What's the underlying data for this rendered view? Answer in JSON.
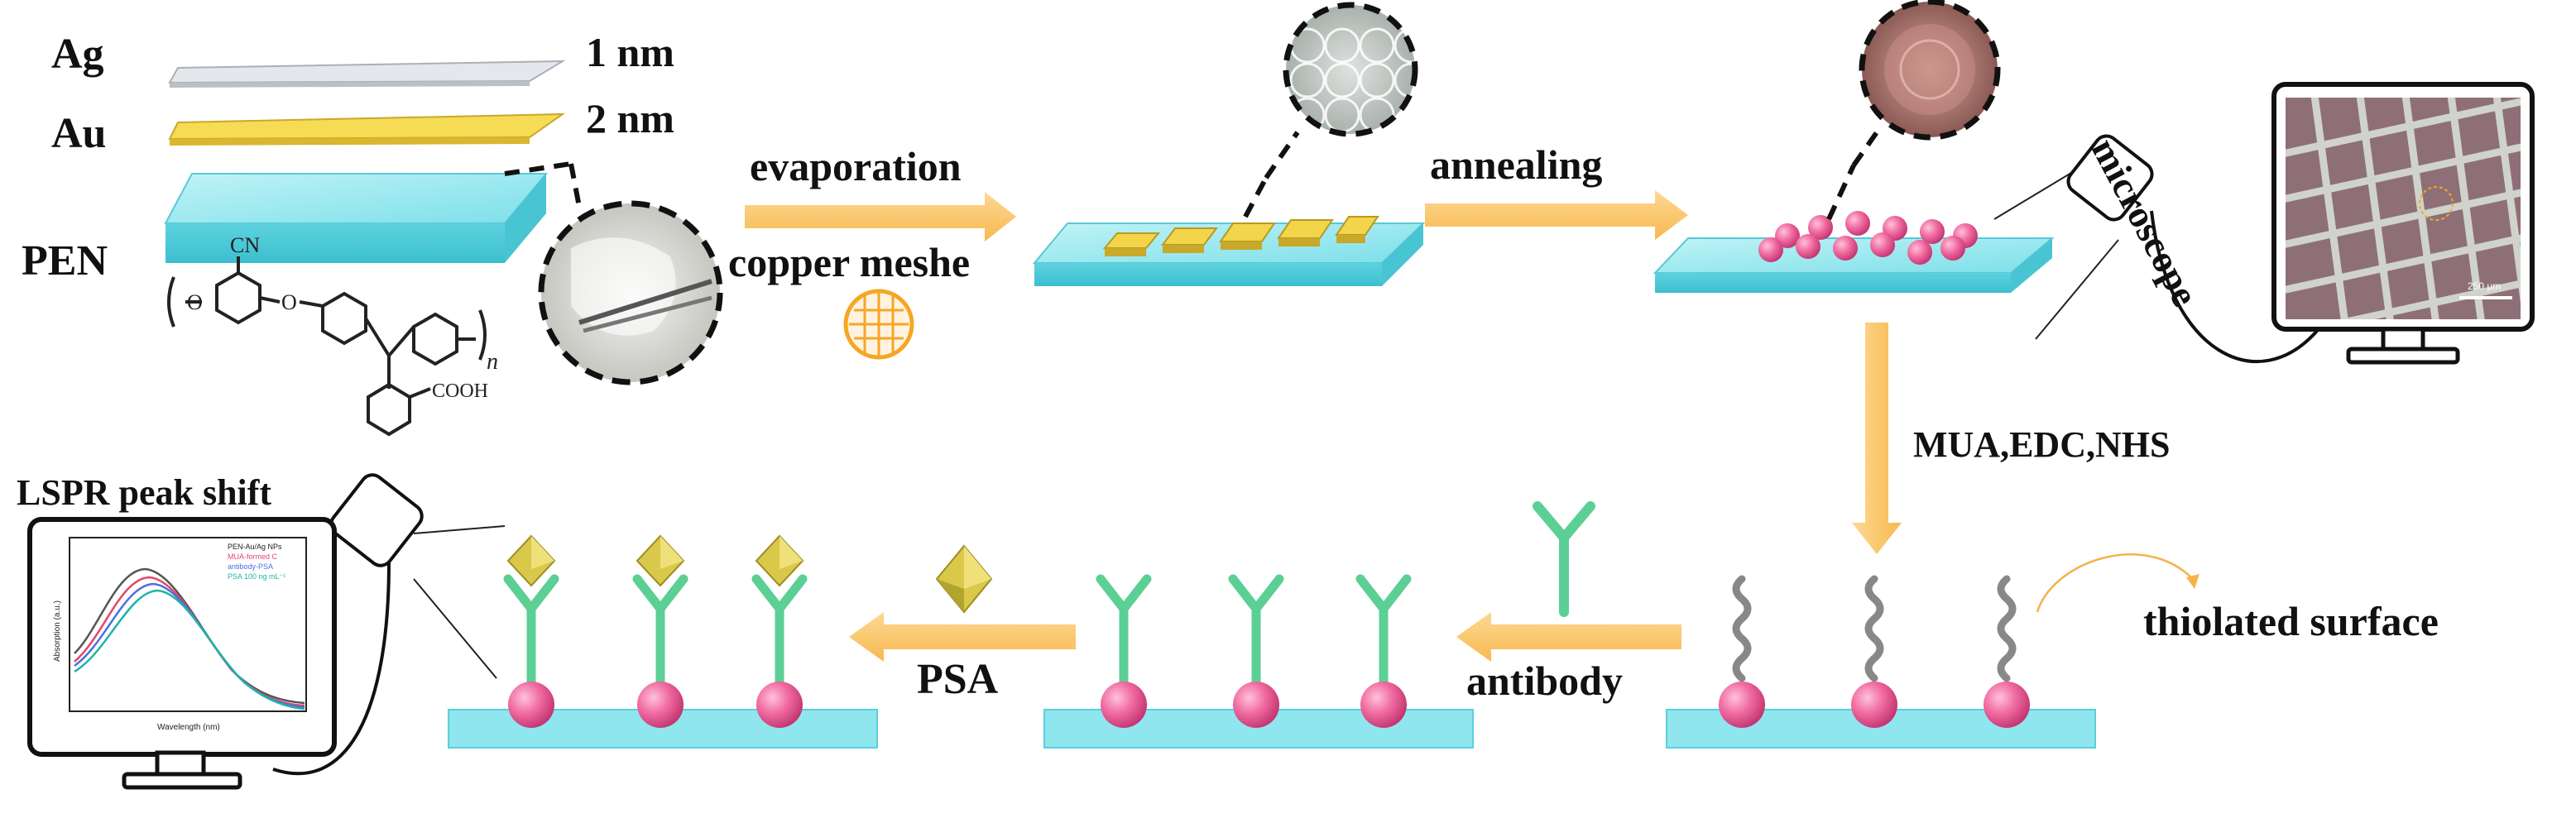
{
  "materials": {
    "ag_label": "Ag",
    "ag_thickness": "1 nm",
    "au_label": "Au",
    "au_thickness": "2 nm",
    "pen_label": "PEN",
    "pen_cn": "CN",
    "pen_cooh": "COOH",
    "pen_n": "n"
  },
  "steps": {
    "evaporation": "evaporation",
    "copper_mesh": "copper meshe",
    "annealing": "annealing",
    "microscope": "microscope",
    "mua": "MUA,EDC,NHS",
    "thiolated": "thiolated surface",
    "antibody": "antibody",
    "psa": "PSA",
    "lspr": "LSPR peak shift"
  },
  "microscope_screen": {
    "scale_bar": "250 μm"
  },
  "spectrum_inset": {
    "legend": [
      "PEN-Au/Ag NPs",
      "MUA-formed C",
      "antibody-PSA",
      "PSA 100 ng mL⁻¹"
    ],
    "x_label": "Wavelength (nm)",
    "y_label": "Absorption (a.u.)"
  },
  "colors": {
    "arrow": "#fbc770",
    "substrate": "#8fe6ee",
    "gold": "#f2d24a",
    "silver": "#d9dee3",
    "nanoparticle": "#ee5a93",
    "antibody": "#5ccf94",
    "psa": "#d8c64a",
    "mesh": "#f5a623",
    "thiol": "#888888"
  },
  "icons": [
    "copper-mesh-icon",
    "monitor-icon",
    "microscope-icon",
    "psa-octahedron-icon",
    "antibody-icon",
    "curved-arrow-icon"
  ]
}
